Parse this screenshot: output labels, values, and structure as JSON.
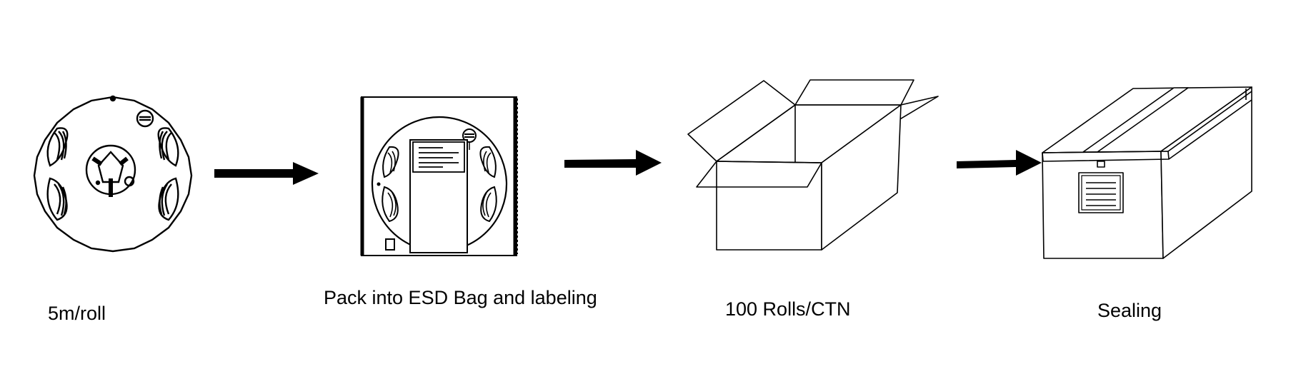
{
  "steps": [
    {
      "label": "5m/roll",
      "icon": "led-strip-reel-icon"
    },
    {
      "label": "Pack into ESD Bag and labeling",
      "icon": "esd-bag-icon"
    },
    {
      "label": "100 Rolls/CTN",
      "icon": "open-carton-icon"
    },
    {
      "label": "Sealing",
      "icon": "sealed-carton-icon"
    }
  ],
  "connectors": [
    "arrow-right-icon",
    "arrow-right-icon",
    "arrow-right-icon"
  ],
  "colors": {
    "stroke": "#000000",
    "background": "#ffffff"
  }
}
